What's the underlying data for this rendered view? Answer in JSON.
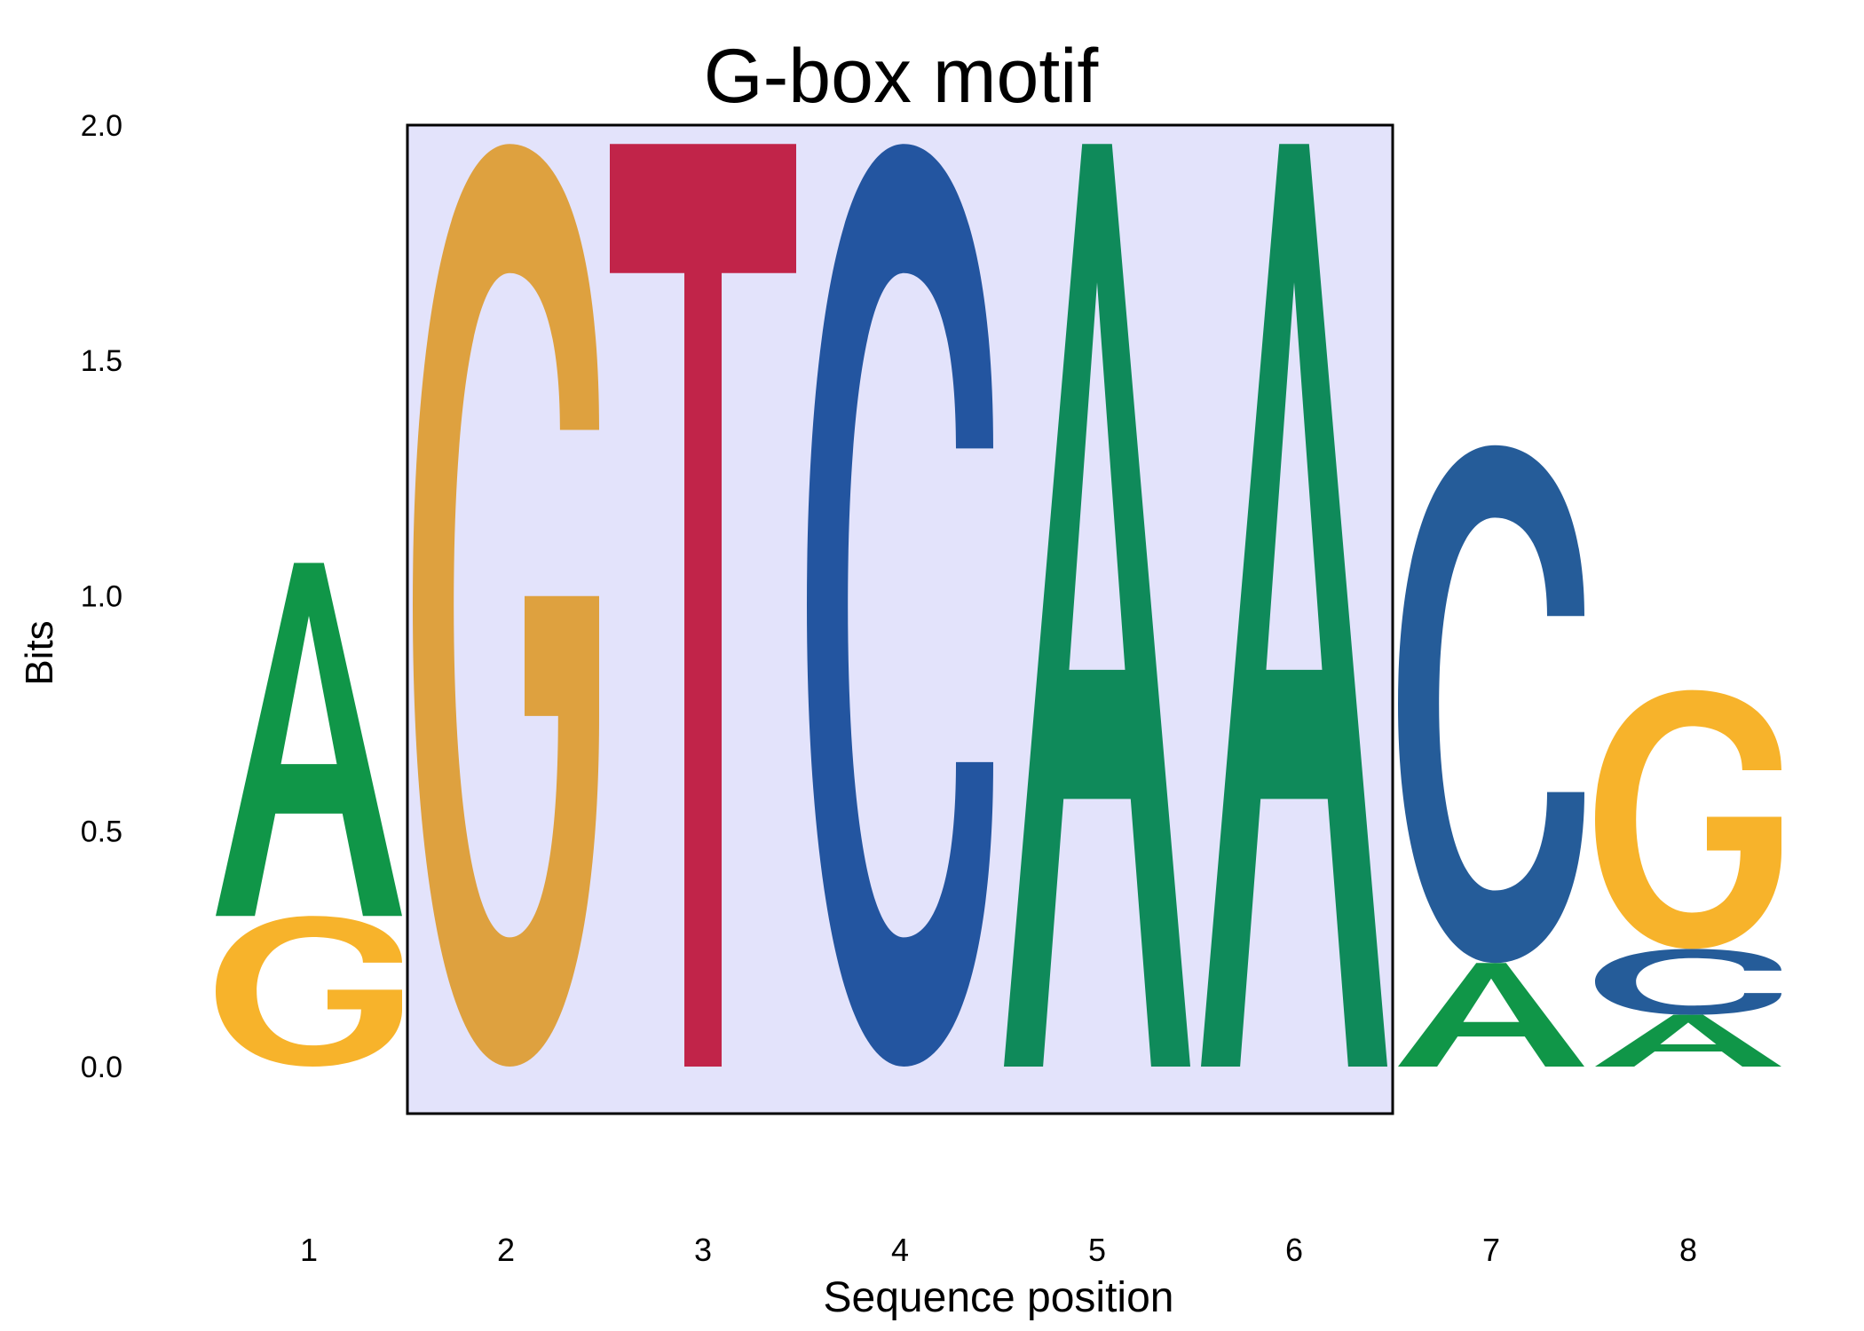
{
  "chart_data": {
    "type": "sequence-logo",
    "title": "G-box motif",
    "xlabel": "Sequence position",
    "ylabel": "Bits",
    "ylim": [
      -0.1,
      2.0
    ],
    "yticks": [
      "0.0",
      "0.5",
      "1.0",
      "1.5",
      "2.0"
    ],
    "positions": [
      "1",
      "2",
      "3",
      "4",
      "5",
      "6",
      "7",
      "8"
    ],
    "highlight": {
      "from_position": 2,
      "to_position": 6,
      "fill": "#e3e3fb",
      "stroke": "#000000"
    },
    "colors": {
      "A": "#109648",
      "C": "#255c99",
      "G": "#f7b32b",
      "T": "#c12449"
    },
    "highlight_colors": {
      "A": "#0f8a5a",
      "C": "#2355a0",
      "G": "#dea13f",
      "T": "#c12449"
    },
    "columns": [
      {
        "position": 1,
        "letters": [
          {
            "letter": "G",
            "height": 0.32
          },
          {
            "letter": "A",
            "height": 0.75
          }
        ]
      },
      {
        "position": 2,
        "letters": [
          {
            "letter": "G",
            "height": 1.96
          }
        ]
      },
      {
        "position": 3,
        "letters": [
          {
            "letter": "T",
            "height": 1.96
          }
        ]
      },
      {
        "position": 4,
        "letters": [
          {
            "letter": "C",
            "height": 1.96
          }
        ]
      },
      {
        "position": 5,
        "letters": [
          {
            "letter": "A",
            "height": 1.96
          }
        ]
      },
      {
        "position": 6,
        "letters": [
          {
            "letter": "A",
            "height": 1.96
          }
        ]
      },
      {
        "position": 7,
        "letters": [
          {
            "letter": "A",
            "height": 0.22
          },
          {
            "letter": "C",
            "height": 1.1
          }
        ]
      },
      {
        "position": 8,
        "letters": [
          {
            "letter": "A",
            "height": 0.11
          },
          {
            "letter": "C",
            "height": 0.14
          },
          {
            "letter": "G",
            "height": 0.55
          }
        ]
      }
    ]
  }
}
